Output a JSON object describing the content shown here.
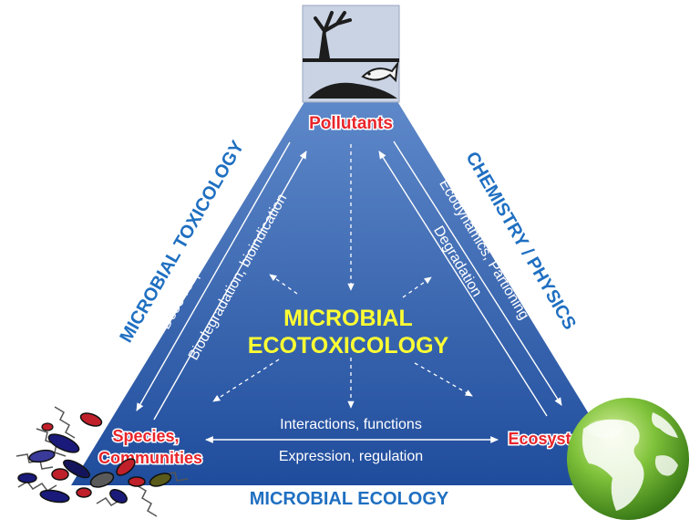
{
  "colors": {
    "triangle_top": "#5b87c9",
    "triangle_bottom": "#2350a0",
    "side_label": "#1f6fc1",
    "center_label": "#ffff33",
    "node_label": "#e8252b",
    "arrow": "#ffffff"
  },
  "nodes": {
    "pollutants": "Pollutants",
    "species": "Species,",
    "communities": "Communities",
    "ecosystems": "Ecosystems"
  },
  "center": {
    "line1": "MICROBIAL",
    "line2": "ECOTOXICOLOGY"
  },
  "sides": {
    "left": "MICROBIAL TOXICOLOGY",
    "right": "CHEMISTRY / PHYSICS",
    "bottom": "MICROBIAL ECOLOGY"
  },
  "arrows": {
    "left_outer": "Dose-response, adaptation",
    "left_inner": "Biodegradation, bioindication",
    "right_outer": "Ecodynamics, Partioning",
    "right_inner": "Degradation",
    "bottom_top": "Interactions, functions",
    "bottom_bottom": "Expression, regulation"
  },
  "icons": {
    "top": "dead-tree-fish-hazard-icon",
    "left": "microbe-cells-icon",
    "right": "earth-globe-icon"
  }
}
